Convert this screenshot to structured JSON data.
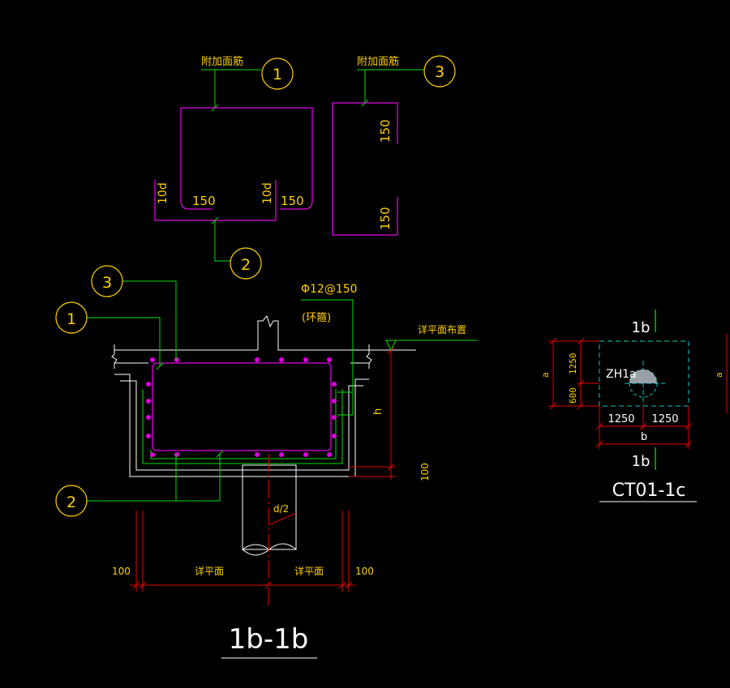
{
  "colors": {
    "background": "#000000",
    "rebar": "#e000e0",
    "leader": "#00e000",
    "dimension": "#e00000",
    "outline": "#ffffff",
    "text": "#ffd000",
    "hidden_line": "#00c8c8"
  },
  "detail_top_left": {
    "label": "附加面筋",
    "callout": "1",
    "dim_hook_left": "10d",
    "dim_hook_right": "10d",
    "dim_bottom_left": "150",
    "dim_bottom_right": "150",
    "callout_bottom": "2"
  },
  "detail_top_right": {
    "label": "附加面筋",
    "callout": "3",
    "dim_top": "150",
    "dim_bottom": "150"
  },
  "section_1b": {
    "callout_3": "3",
    "callout_1": "1",
    "callout_2": "2",
    "stirrup_spec": "Φ12@150",
    "stirrup_note": "(环箍)",
    "top_note": "详平面布置",
    "dim_h": "h",
    "dim_100_right": "100",
    "dim_d2": "d/2",
    "dim_100_left": "100",
    "dim_detail_left": "详平面",
    "dim_detail_right": "详平面",
    "dim_100_bottom_right": "100",
    "title": "1b-1b"
  },
  "plan_ct01": {
    "section_mark_top": "1b",
    "section_mark_bottom": "1b",
    "pile_label": "ZH1a",
    "dim_1250_v": "1250",
    "dim_600_v": "600",
    "dim_a_left": "a",
    "dim_a_right": "a",
    "dim_1250_left": "1250",
    "dim_1250_right": "1250",
    "dim_b": "b",
    "title": "CT01-1c"
  }
}
